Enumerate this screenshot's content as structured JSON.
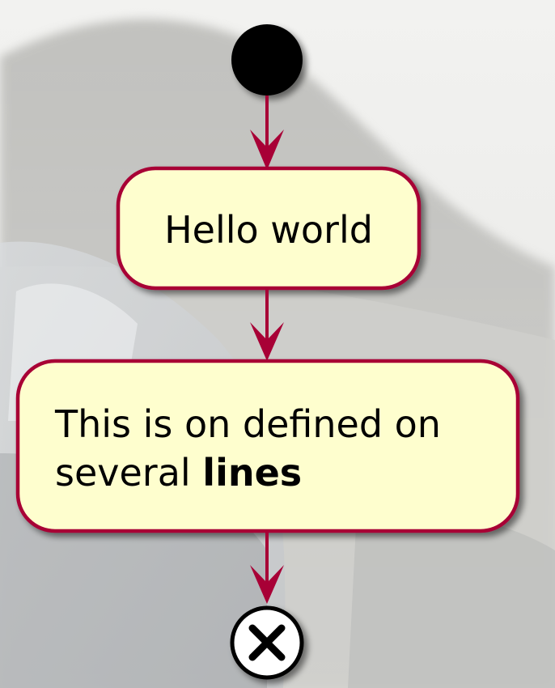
{
  "diagram": {
    "type": "activity",
    "colors": {
      "activity_fill": "#fefece",
      "border": "#a80036",
      "arrow": "#a80036",
      "start_fill": "#000000",
      "stop_fill": "#ffffff"
    },
    "nodes": [
      {
        "kind": "start"
      },
      {
        "kind": "activity",
        "text": "Hello world"
      },
      {
        "kind": "activity",
        "lines": [
          "This is on defined on",
          "several "
        ],
        "bold": "lines"
      },
      {
        "kind": "stop"
      }
    ]
  }
}
